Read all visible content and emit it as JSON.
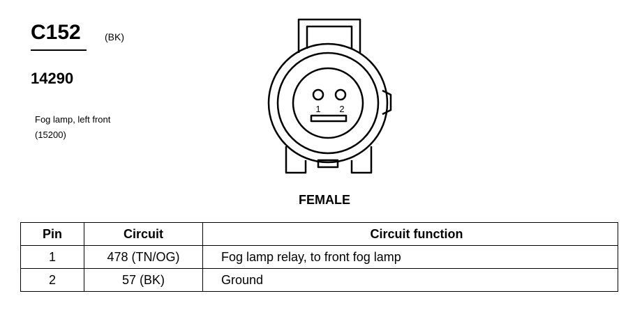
{
  "connector": {
    "id": "C152",
    "color": "(BK)",
    "part_number": "14290",
    "description_line1": "Fog lamp, left front",
    "description_line2": "(15200)"
  },
  "diagram": {
    "pin_labels": [
      "1",
      "2"
    ],
    "gender": "FEMALE"
  },
  "table": {
    "headers": [
      "Pin",
      "Circuit",
      "Circuit function"
    ],
    "rows": [
      {
        "pin": "1",
        "circuit": "478 (TN/OG)",
        "function": "Fog lamp relay, to front fog lamp"
      },
      {
        "pin": "2",
        "circuit": "57 (BK)",
        "function": "Ground"
      }
    ]
  }
}
